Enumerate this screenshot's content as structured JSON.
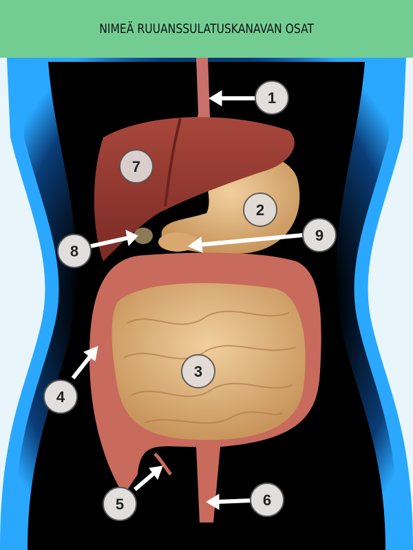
{
  "title": "NIMEÄ RUUANSSULATUSKANAVAN OSAT",
  "labels": [
    "1",
    "2",
    "3",
    "4",
    "5",
    "6",
    "7",
    "8",
    "9"
  ],
  "colors": {
    "header": "#73cd93",
    "body_glow": "#2aa8ff",
    "background": "#000000",
    "marker": "#e2dede"
  }
}
